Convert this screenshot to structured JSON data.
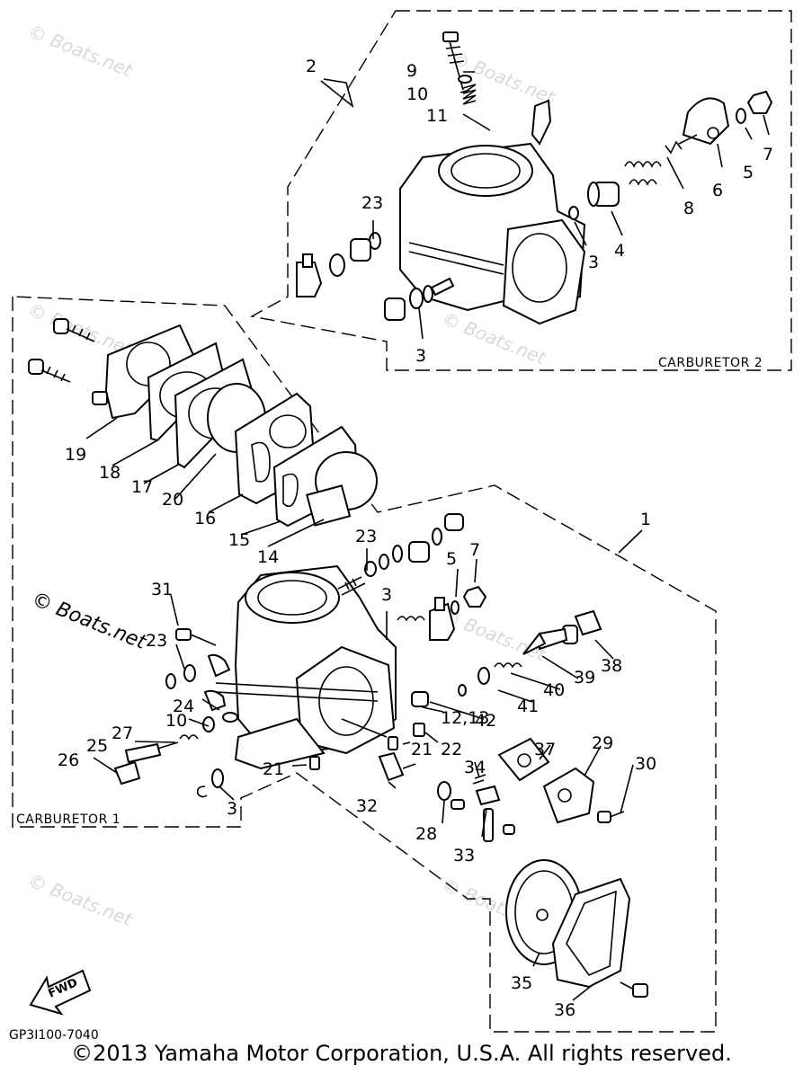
{
  "diagram": {
    "watermark_text": "© Boats.net",
    "box_labels": {
      "carburetor_2": "CARBURETOR 2",
      "carburetor_1": "CARBURETOR 1"
    },
    "callouts": {
      "c2": "2",
      "c9": "9",
      "c10_top": "10",
      "c11": "11",
      "c23_top": "23",
      "c3_top_a": "3",
      "c3_top_b": "3",
      "c4": "4",
      "c5_top": "5",
      "c6": "6",
      "c7_top": "7",
      "c8": "8",
      "c19": "19",
      "c18": "18",
      "c17": "17",
      "c20": "20",
      "c16": "16",
      "c15": "15",
      "c14": "14",
      "c23_mid": "23",
      "c5_mid": "5",
      "c7_mid": "7",
      "c1": "1",
      "c31": "31",
      "c3_mid": "3",
      "c23_left": "23",
      "c38": "38",
      "c39": "39",
      "c40": "40",
      "c24": "24",
      "c41": "41",
      "c42": "42",
      "c12_13": "12,13",
      "c10_low": "10",
      "c27": "27",
      "c25": "25",
      "c26": "26",
      "c21_a": "21",
      "c22": "22",
      "c21_b": "21",
      "c37": "37",
      "c29": "29",
      "c30": "30",
      "c34": "34",
      "c3_low": "3",
      "c32": "32",
      "c28": "28",
      "c33": "33",
      "c35": "35",
      "c36": "36"
    },
    "fwd_label": "FWD",
    "part_number": "GP3I100-7040"
  },
  "footer": {
    "copyright": "©2013 Yamaha Motor Corporation, U.S.A. All rights reserved."
  }
}
